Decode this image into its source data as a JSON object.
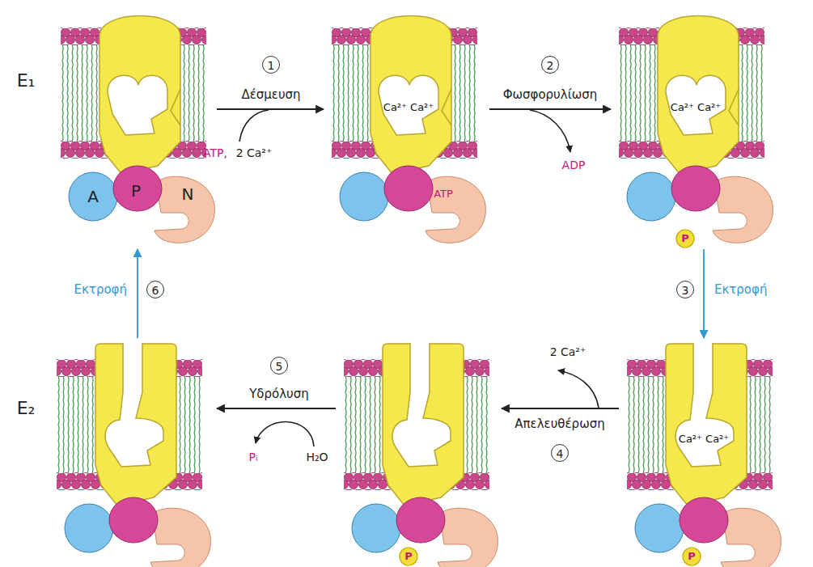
{
  "diagram": {
    "nodes": [
      {
        "text": [
          "E₁",
          "A",
          "P",
          "N"
        ]
      },
      {
        "text": [
          "Ca²⁺ Ca²⁺",
          "ATP"
        ]
      },
      {
        "text": [
          "Ca²⁺ Ca²⁺",
          "P"
        ]
      },
      {
        "text": [
          "E₂"
        ]
      },
      {
        "text": [
          "P"
        ]
      },
      {
        "text": [
          "Ca²⁺ Ca²⁺",
          "P"
        ]
      }
    ],
    "edges": [
      {
        "from": 0,
        "to": 1,
        "arrow": "to",
        "label": "Δέσμευση"
      },
      {
        "from": 1,
        "to": 2,
        "arrow": "to",
        "label": "Φωσφορυλίωση"
      },
      {
        "from": 2,
        "to": 5,
        "arrow": "to",
        "label": "Εκτροφή"
      },
      {
        "from": 5,
        "to": 4,
        "arrow": "to",
        "label": "Απελευθέρωση"
      },
      {
        "from": 4,
        "to": 3,
        "arrow": "to",
        "label": "Υδρόλυση"
      },
      {
        "from": 3,
        "to": 0,
        "arrow": "to",
        "label": "Εκτροφή"
      }
    ],
    "labels": [
      "1",
      "2",
      "3",
      "4",
      "5",
      "6",
      "ATP,",
      "2 Ca²⁺",
      "ADP",
      "2 Ca²⁺",
      "Pᵢ",
      "H₂O"
    ]
  }
}
